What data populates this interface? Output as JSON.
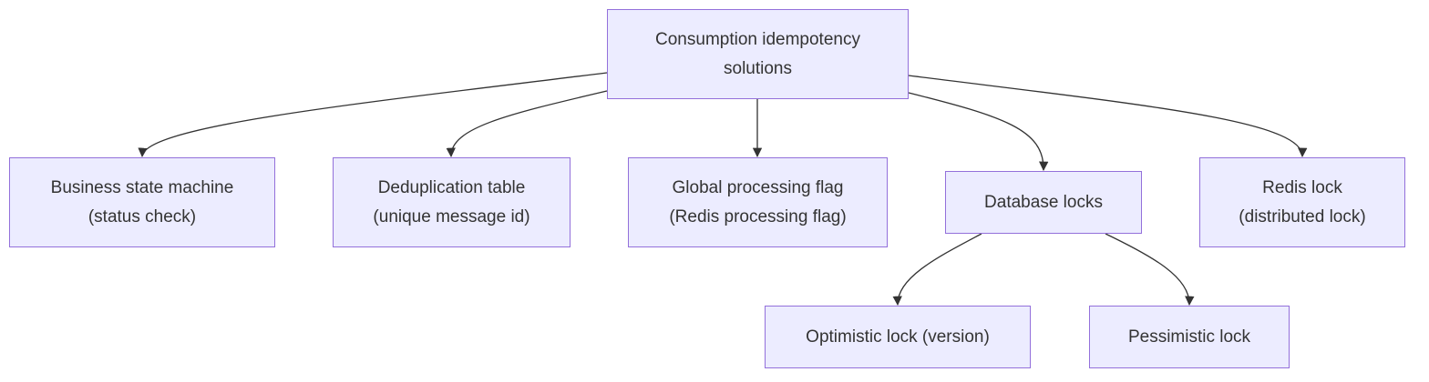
{
  "diagram": {
    "colors": {
      "node_fill": "#ECECFF",
      "node_border": "#9370DB",
      "edge": "#333333",
      "text": "#333333"
    },
    "nodes": {
      "root": {
        "line1": "Consumption idempotency",
        "line2": "solutions"
      },
      "business": {
        "line1": "Business state machine",
        "line2": "(status check)"
      },
      "dedup": {
        "line1": "Deduplication table",
        "line2": "(unique message id)"
      },
      "global": {
        "line1": "Global processing flag",
        "line2": "(Redis processing flag)"
      },
      "db": {
        "line1": "Database locks"
      },
      "redis": {
        "line1": "Redis lock",
        "line2": "(distributed lock)"
      },
      "optimistic": {
        "line1": "Optimistic lock (version)"
      },
      "pessimistic": {
        "line1": "Pessimistic lock"
      }
    },
    "edges": [
      {
        "from": "root",
        "to": "business"
      },
      {
        "from": "root",
        "to": "dedup"
      },
      {
        "from": "root",
        "to": "global"
      },
      {
        "from": "root",
        "to": "db"
      },
      {
        "from": "root",
        "to": "redis"
      },
      {
        "from": "db",
        "to": "optimistic"
      },
      {
        "from": "db",
        "to": "pessimistic"
      }
    ]
  }
}
